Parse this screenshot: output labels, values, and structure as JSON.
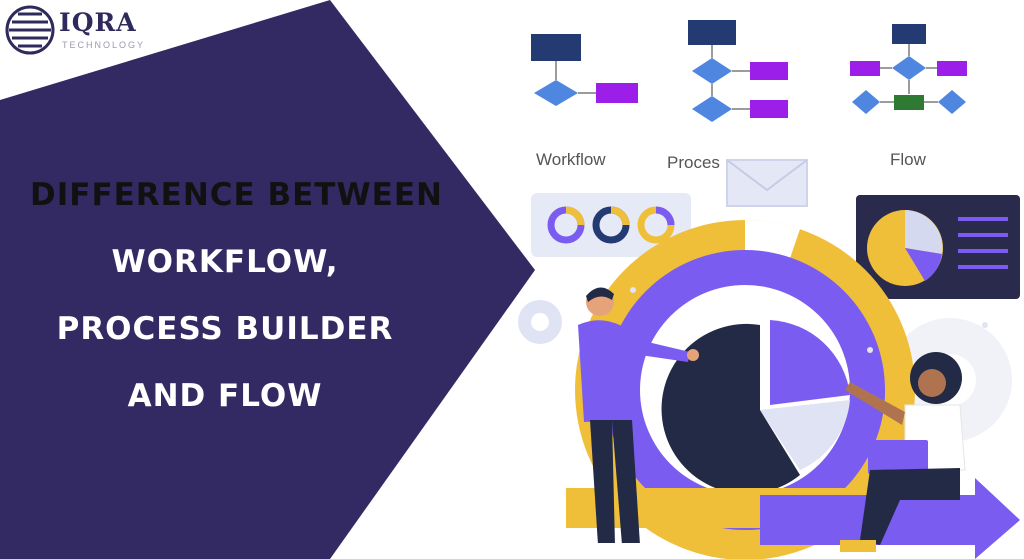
{
  "brand": {
    "name": "IQRA",
    "sub": "TECHNOLOGY"
  },
  "headline": {
    "line1": "Difference between",
    "line2": "Workflow,",
    "line3": "Process Builder",
    "line4": "and Flow"
  },
  "diagrams": {
    "workflow_label": "Workflow",
    "process_label": "Proces",
    "flow_label": "Flow"
  },
  "colors": {
    "banner": "#342a63",
    "purple": "#7b5cf0",
    "magenta": "#9b1fe8",
    "yellow": "#f0bf3a",
    "navy": "#243a73",
    "blue": "#4f86e0",
    "green": "#2f7a32"
  },
  "icons": [
    "globe-logo-icon",
    "envelope-icon",
    "gear-icon",
    "donut-chart-icon",
    "pie-chart-icon"
  ]
}
